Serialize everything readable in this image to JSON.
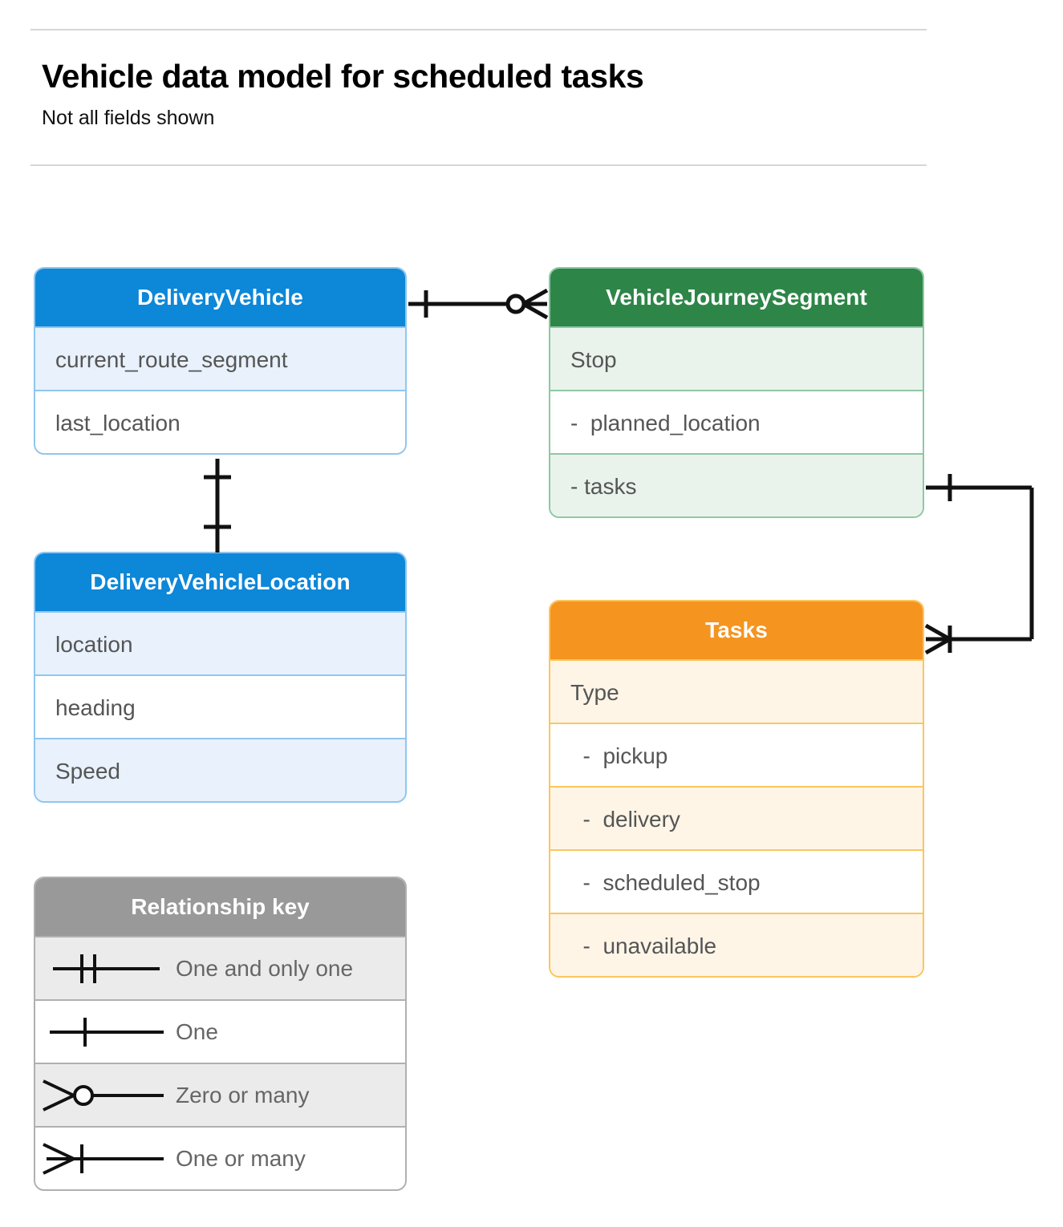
{
  "header": {
    "title": "Vehicle data model for scheduled tasks",
    "subtitle": "Not all fields shown"
  },
  "entities": [
    {
      "id": "delivery-vehicle",
      "name": "DeliveryVehicle",
      "theme": "blue",
      "header_color": "#0d87d8",
      "border_color": "#8fc6ef",
      "row_alt_color": "#e8f1fc",
      "rows": [
        {
          "label": "current_route_segment",
          "shaded": true
        },
        {
          "label": "last_location",
          "shaded": false
        }
      ]
    },
    {
      "id": "vehicle-journey-segment",
      "name": "VehicleJourneySegment",
      "theme": "green",
      "header_color": "#2e8548",
      "border_color": "#8ec8a3",
      "row_alt_color": "#e9f3ec",
      "rows": [
        {
          "label": "Stop",
          "shaded": true
        },
        {
          "label": "-  planned_location",
          "shaded": false
        },
        {
          "label": "- tasks",
          "shaded": true
        }
      ]
    },
    {
      "id": "delivery-vehicle-location",
      "name": "DeliveryVehicleLocation",
      "theme": "blue",
      "header_color": "#0d87d8",
      "border_color": "#8fc6ef",
      "row_alt_color": "#e8f1fc",
      "rows": [
        {
          "label": "location",
          "shaded": true
        },
        {
          "label": "heading",
          "shaded": false
        },
        {
          "label": "Speed",
          "shaded": true
        }
      ]
    },
    {
      "id": "tasks",
      "name": "Tasks",
      "theme": "orange",
      "header_color": "#f5941f",
      "border_color": "#fbc65e",
      "row_alt_color": "#fef5e7",
      "rows": [
        {
          "label": "Type",
          "shaded": true
        },
        {
          "label": "  -  pickup",
          "shaded": false
        },
        {
          "label": "  -  delivery",
          "shaded": true
        },
        {
          "label": "  -  scheduled_stop",
          "shaded": false
        },
        {
          "label": "  -  unavailable",
          "shaded": true
        }
      ]
    }
  ],
  "legend": {
    "title": "Relationship key",
    "header_color": "#999999",
    "border_color": "#b0b0b0",
    "row_alt_color": "#ebebeb",
    "items": [
      {
        "symbol": "one-and-only-one",
        "label": "One and only one"
      },
      {
        "symbol": "one",
        "label": "One"
      },
      {
        "symbol": "zero-or-many",
        "label": "Zero or many"
      },
      {
        "symbol": "one-or-many",
        "label": "One or many"
      }
    ]
  },
  "relationships": [
    {
      "id": "deliveryvehicle-to-vehiclejourneysegment",
      "from": "DeliveryVehicle",
      "to": "VehicleJourneySegment",
      "from_cardinality": "one",
      "to_cardinality": "zero-or-many"
    },
    {
      "id": "deliveryvehicle-to-deliveryvehiclelocation",
      "from": "DeliveryVehicle",
      "to": "DeliveryVehicleLocation",
      "from_cardinality": "one",
      "to_cardinality": "one"
    },
    {
      "id": "vehiclejourneysegment-tasks-to-tasks",
      "from": "VehicleJourneySegment.tasks",
      "to": "Tasks",
      "from_cardinality": "one",
      "to_cardinality": "one-or-many"
    }
  ]
}
